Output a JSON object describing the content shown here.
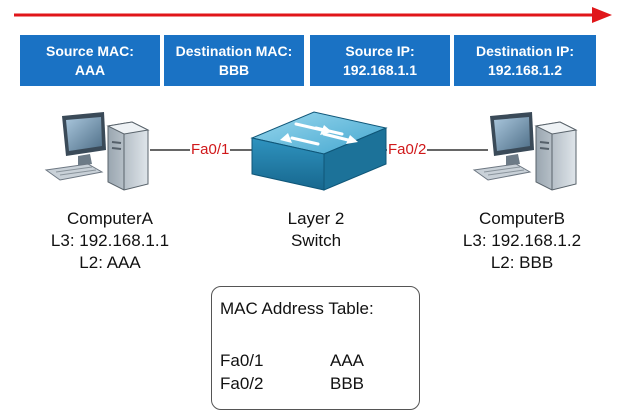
{
  "frame_headers": [
    {
      "line1": "Source MAC:",
      "line2": "AAA"
    },
    {
      "line1": "Destination MAC:",
      "line2": "BBB"
    },
    {
      "line1": "Source IP:",
      "line2": "192.168.1.1"
    },
    {
      "line1": "Destination IP:",
      "line2": "192.168.1.2"
    }
  ],
  "computer_a": {
    "name": "ComputerA",
    "l3": "L3: 192.168.1.1",
    "l2": "L2: AAA",
    "port": "Fa0/1"
  },
  "switch": {
    "line1": "Layer 2",
    "line2": "Switch"
  },
  "computer_b": {
    "name": "ComputerB",
    "l3": "L3: 192.168.1.2",
    "l2": "L2: BBB",
    "port": "Fa0/2"
  },
  "mac_table": {
    "title": "MAC Address Table:",
    "rows": [
      {
        "port": "Fa0/1",
        "mac": "AAA"
      },
      {
        "port": "Fa0/2",
        "mac": "BBB"
      }
    ]
  },
  "colors": {
    "arrow": "#e0161a",
    "header_bg": "#1a72c4",
    "link_label": "#d0181a",
    "switch_top": "#6fc3e2",
    "switch_side": "#1f7ea8"
  },
  "icons": [
    "direction-arrow-icon",
    "computer-icon",
    "layer2-switch-icon"
  ]
}
